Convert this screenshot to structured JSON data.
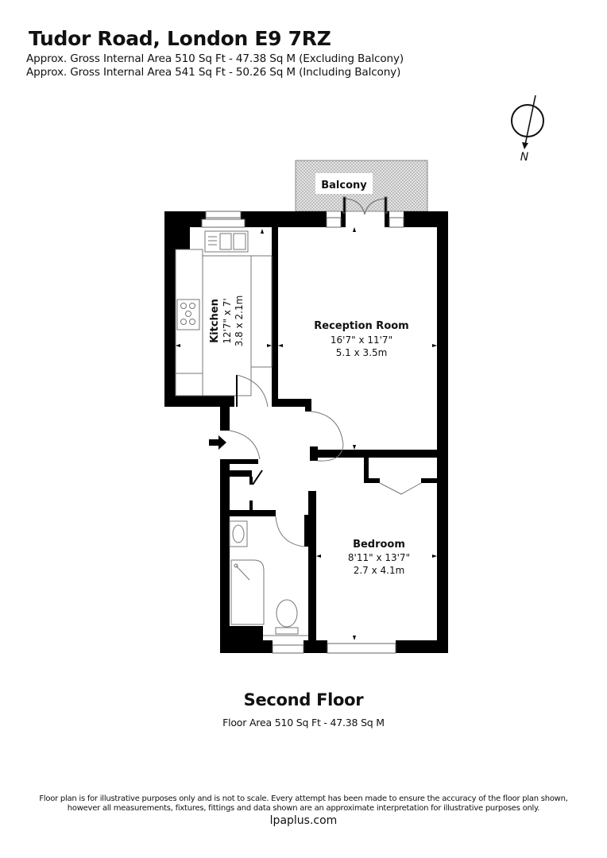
{
  "header": {
    "title": "Tudor Road, London E9 7RZ",
    "area_excluding": "Approx. Gross Internal Area 510 Sq Ft - 47.38 Sq M (Excluding Balcony)",
    "area_including": "Approx. Gross Internal Area 541 Sq Ft - 50.26 Sq M (Including Balcony)"
  },
  "compass": {
    "label": "N",
    "icon": "north-arrow-icon"
  },
  "rooms": {
    "balcony": {
      "name": "Balcony"
    },
    "kitchen": {
      "name": "Kitchen",
      "imperial": "12'7\" x 7'",
      "metric": "3.8 x 2.1m"
    },
    "reception": {
      "name": "Reception Room",
      "imperial": "16'7\" x 11'7\"",
      "metric": "5.1 x 3.5m"
    },
    "bedroom": {
      "name": "Bedroom",
      "imperial": "8'11\" x 13'7\"",
      "metric": "2.7 x 4.1m"
    }
  },
  "floor": {
    "title": "Second Floor",
    "area": "Floor Area 510 Sq Ft - 47.38 Sq M"
  },
  "footer": {
    "disclaimer_line1": "Floor plan is for illustrative purposes only and is not to scale. Every attempt has been made to ensure the accuracy of the floor plan shown,",
    "disclaimer_line2": "however all measurements, fixtures, fittings and data shown are an approximate interpretation for illustrative purposes only.",
    "website": "lpaplus.com"
  },
  "colors": {
    "wall": "#000000",
    "balcony_fill": "#d9d9d9",
    "fixture_line": "#666666"
  }
}
